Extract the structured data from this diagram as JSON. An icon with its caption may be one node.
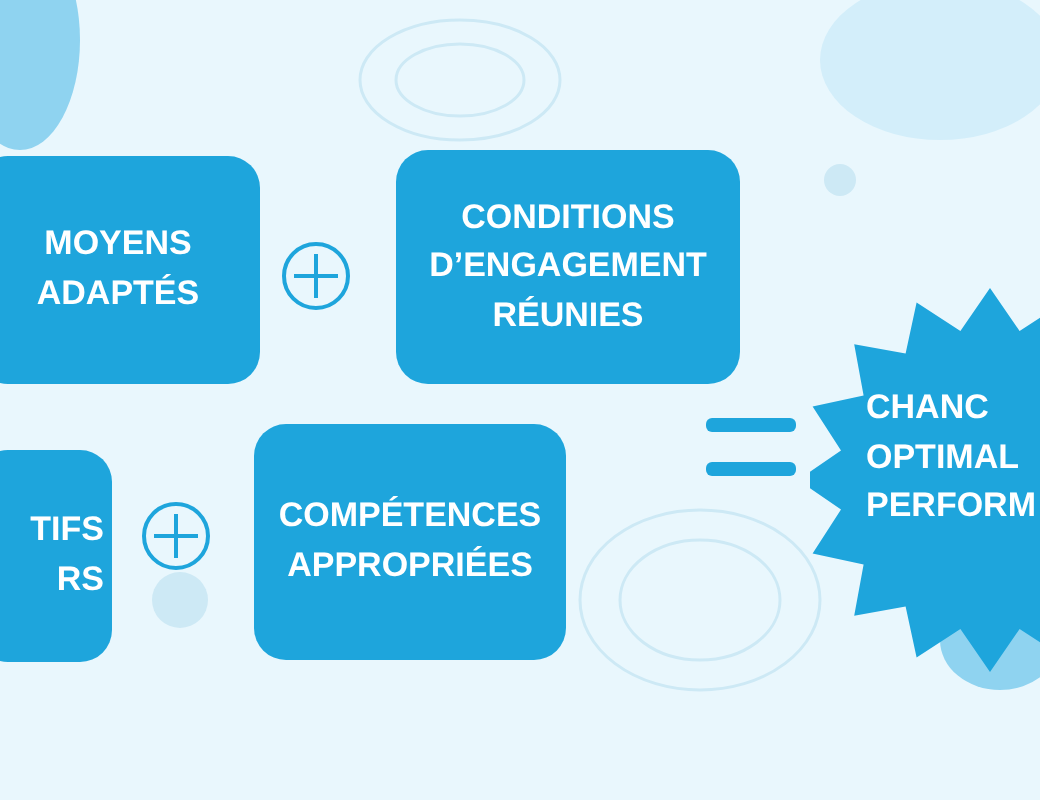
{
  "diagram": {
    "nodes": [
      {
        "text": [
          "MOYENS ADAPTÉS"
        ]
      },
      {
        "text": [
          "CONDITIONS D’ENGAGEMENT RÉUNIES"
        ]
      },
      {
        "text": [
          "TIFS RS"
        ]
      },
      {
        "text": [
          "COMPÉTENCES APPROPRIÉES"
        ]
      },
      {
        "text": [
          "CHANC OPTIMAL PERFORM"
        ]
      }
    ]
  }
}
